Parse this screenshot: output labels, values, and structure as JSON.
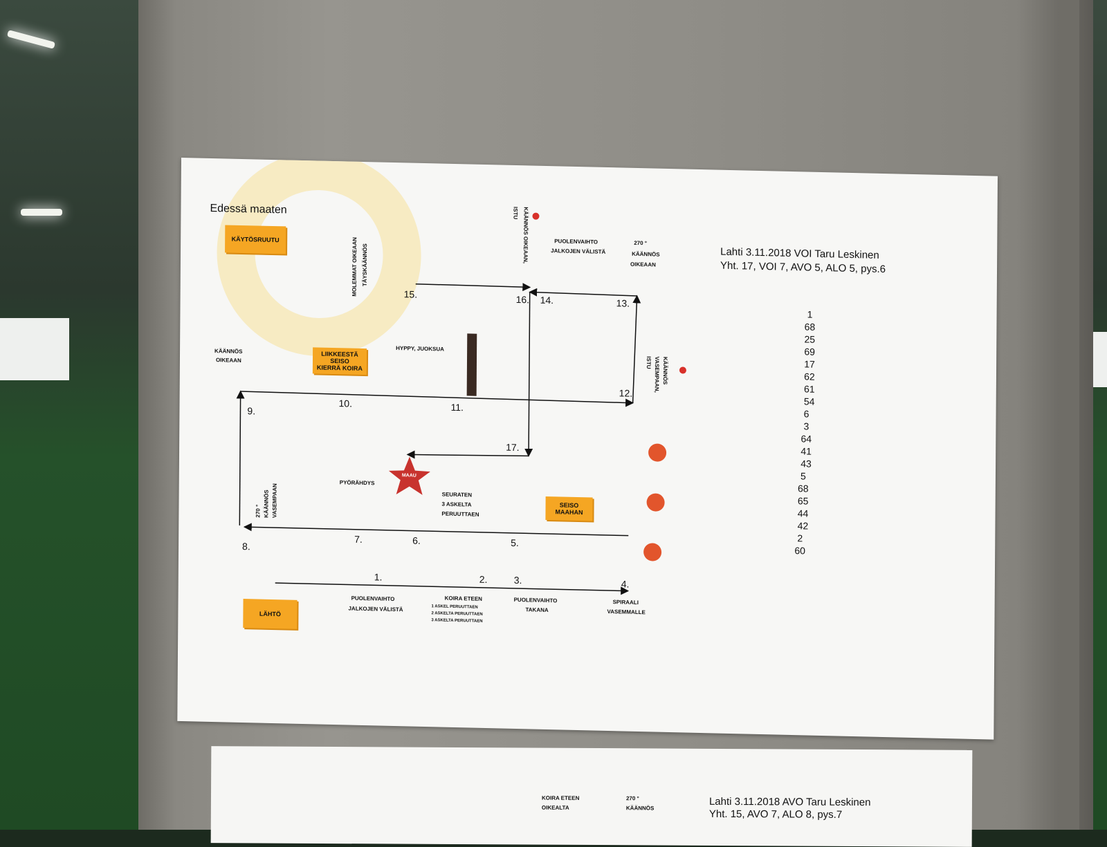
{
  "sheet": {
    "heading_left": "Edessä maaten",
    "course_title": "Lahti 3.11.2018 VOI  Taru Leskinen",
    "course_summary": "Yht. 17, VOI 7, AVO 5, ALO 5, pys.6",
    "signs": {
      "kaytosruutu": "KÄYTÖSRUUTU",
      "lahto": "LÄHTÖ",
      "molemmat_1": "MOLEMMAT OIKEAAN",
      "molemmat_2": "TÄYSKÄÄNNÖS",
      "kaannos_oikeaan_1": "KÄÄNNÖS",
      "kaannos_oikeaan_2": "OIKEAAN",
      "liikkeesta_1": "LIIKKEESTÄ SEISO",
      "liikkeesta_2": "KIERRÄ KOIRA",
      "hyppy": "HYPPY, JUOKSUA",
      "kaannos_oik_istu_1": "KÄÄNNÖS OIKEAAN,",
      "kaannos_oik_istu_2": "ISTU",
      "puolenvaihto_top_1": "PUOLENVAIHTO",
      "puolenvaihto_top_2": "JALKOJEN VÄLISTÄ",
      "k270_oik_1": "270 °",
      "k270_oik_2": "KÄÄNNÖS",
      "k270_oik_3": "OIKEAAN",
      "kaannos_vas_istu_1": "KÄÄNNÖS",
      "kaannos_vas_istu_2": "VASEMPAAN,",
      "kaannos_vas_istu_3": "ISTU",
      "k270_vas_1": "270 °",
      "k270_vas_2": "KÄÄNNÖS",
      "k270_vas_3": "VASEMPAAN",
      "pyorahdys": "PYÖRÄHDYS",
      "maau": "MAAU",
      "seuraten_1": "SEURATEN",
      "seuraten_2": "3 ASKELTA",
      "seuraten_3": "PERUUTTAEN",
      "seiso_1": "SEISO",
      "seiso_2": "MAAHAN",
      "pv_bottom_1": "PUOLENVAIHTO",
      "pv_bottom_2": "JALKOJEN VÄLISTÄ",
      "koira_eteen": "KOIRA ETEEN",
      "askel_1": "1 ASKEL PERUUTTAEN",
      "askel_2": "2 ASKELTA PERUUTTAEN",
      "askel_3": "3 ASKELTA PERUUTTAEN",
      "pv_takana_1": "PUOLENVAIHTO",
      "pv_takana_2": "TAKANA",
      "spiraali_1": "SPIRAALI",
      "spiraali_2": "VASEMMALLE"
    },
    "station_numbers": [
      "1.",
      "2.",
      "3.",
      "4.",
      "6.",
      "7.",
      "8.",
      "9.",
      "10.",
      "11.",
      "12.",
      "13.",
      "14.",
      "15.",
      "16.",
      "17.",
      "5."
    ],
    "scores": [
      "1",
      "68",
      "25",
      "69",
      "17",
      "62",
      "61",
      "54",
      "6",
      "3",
      "64",
      "41",
      "43",
      "5",
      "68",
      "65",
      "44",
      "42",
      "2",
      "60"
    ]
  },
  "second_sheet": {
    "title": "Lahti 3.11.2018 AVO  Taru Leskinen",
    "summary": "Yht. 15, AVO 7, ALO 8, pys.7",
    "koira_eteen_1": "KOIRA ETEEN",
    "koira_eteen_2": "OIKEALTA",
    "k270_1": "270 °",
    "k270_2": "KÄÄNNÖS"
  },
  "colors": {
    "sign": "#f5a623",
    "stop_dot": "#d8312a",
    "star": "#c8332e"
  }
}
